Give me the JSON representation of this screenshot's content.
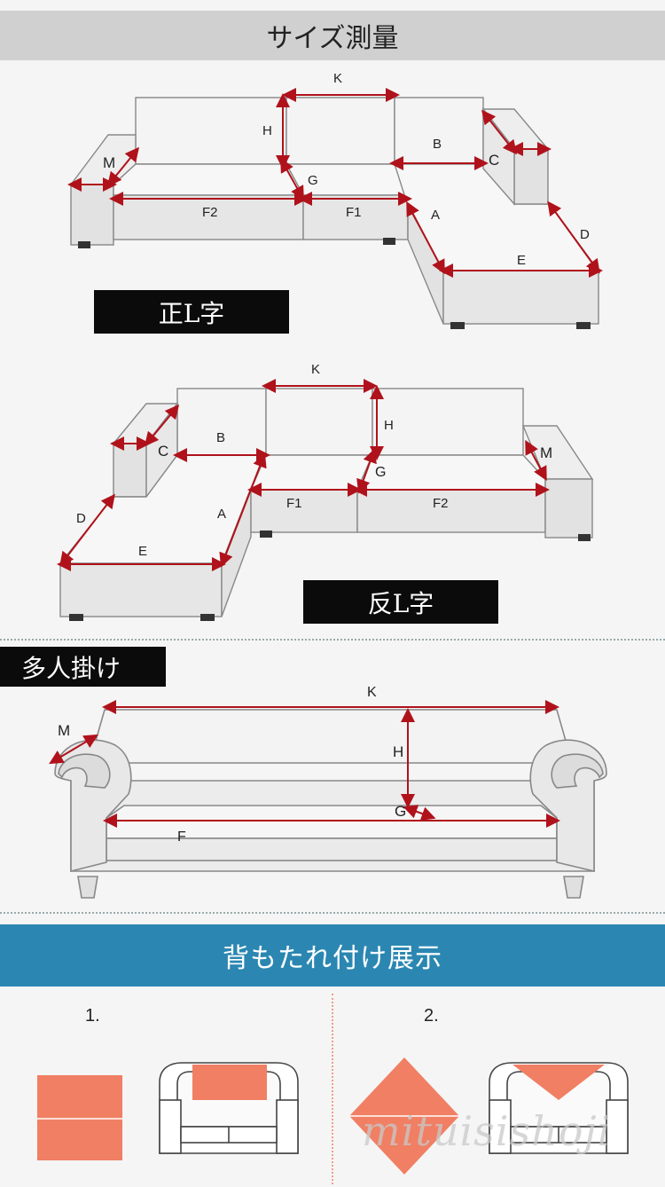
{
  "header": {
    "title": "サイズ測量"
  },
  "sections": {
    "l_right": "正L字",
    "l_left": "反L字",
    "multi": "多人掛け"
  },
  "diagram1": {
    "K": "K",
    "H": "H",
    "M": "M",
    "B": "B",
    "C": "C",
    "G": "G",
    "F2": "F2",
    "F1": "F1",
    "A": "A",
    "D": "D",
    "E": "E"
  },
  "diagram2": {
    "K": "K",
    "H": "H",
    "M": "M",
    "B": "B",
    "C": "C",
    "G": "G",
    "F1": "F1",
    "F2": "F2",
    "A": "A",
    "D": "D",
    "E": "E"
  },
  "diagram3": {
    "K": "K",
    "M": "M",
    "H": "H",
    "G": "G",
    "F": "F"
  },
  "banner": {
    "title": "背もたれ付け展示"
  },
  "steps": {
    "one": "1.",
    "two": "2."
  },
  "watermark": "mituisishoji",
  "colors": {
    "arrow": "#b0121b",
    "accent": "#f07f63",
    "banner": "#2b87b2",
    "title_bar": "#d0d0d0"
  }
}
